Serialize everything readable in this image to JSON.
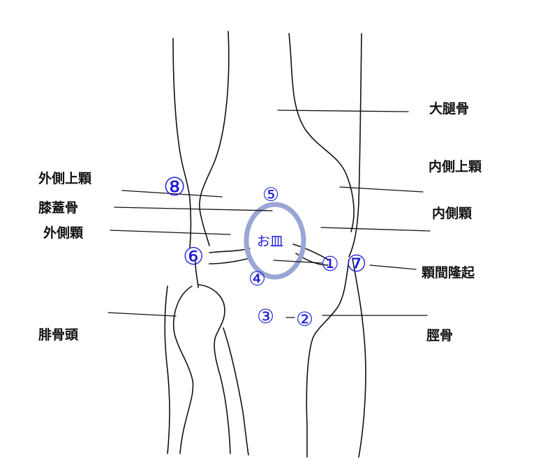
{
  "labels": {
    "femur": "大腿骨",
    "medial_epicondyle": "内側上顆",
    "medial_condyle": "内側顆",
    "intercondylar_eminence": "顆間隆起",
    "tibia": "脛骨",
    "lateral_epicondyle": "外側上顆",
    "patella": "膝蓋骨",
    "lateral_condyle": "外側顆",
    "fibular_head": "腓骨頭",
    "patella_common": "お皿"
  },
  "markers": {
    "m1": "①",
    "m2": "②",
    "m3": "③",
    "m4": "④",
    "m5": "⑤",
    "m6": "⑥",
    "m7": "⑦",
    "m8": "⑧"
  },
  "colors": {
    "marker": "#1a1adc",
    "patella_ring": "#9aa6d4",
    "line": "#111111",
    "label": "#111111"
  }
}
